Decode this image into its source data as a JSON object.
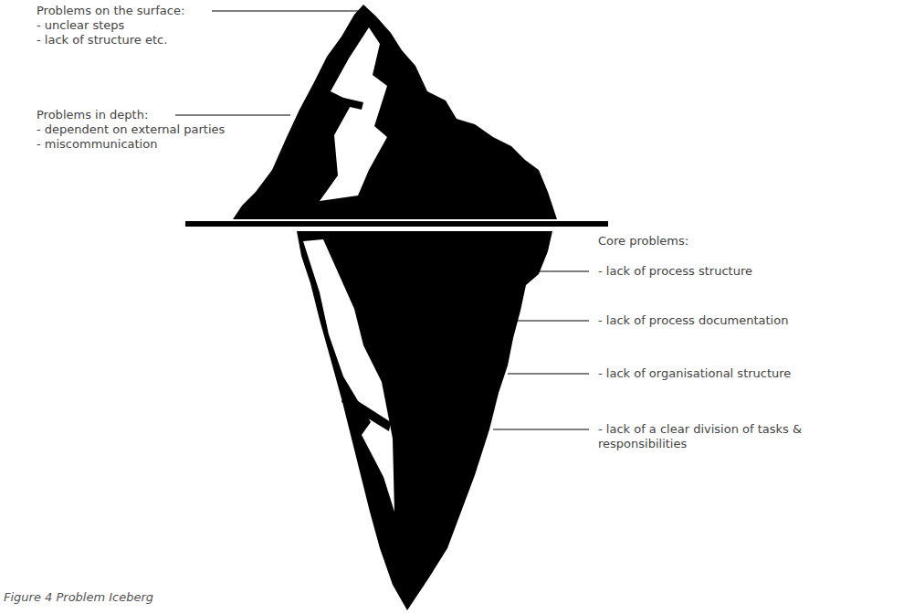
{
  "diagram": {
    "caption": "Figure 4 Problem Iceberg",
    "labels": [
      "Problems on the surface:",
      "- unclear steps",
      "- lack of structure etc.",
      "Problems in depth:",
      "- dependent on external parties",
      "- miscommunication",
      "Core problems:",
      "- lack of process structure",
      "- lack of process documentation",
      "- lack of organisational structure",
      "- lack of a clear division of tasks & responsibilities"
    ]
  }
}
